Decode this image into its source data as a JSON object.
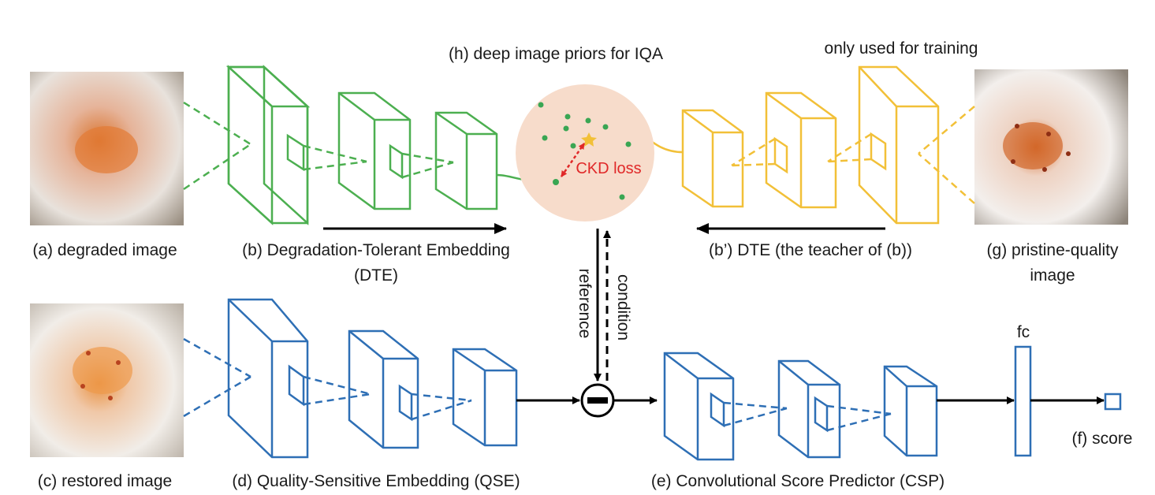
{
  "labels": {
    "a": "(a) degraded image",
    "b_line1": "(b) Degradation-Tolerant Embedding",
    "b_line2": "(DTE)",
    "b_prime": "(b’) DTE (the teacher of (b))",
    "c": "(c) restored image",
    "d": "(d) Quality-Sensitive Embedding (QSE)",
    "e": "(e) Convolutional Score Predictor (CSP)",
    "f": "(f) score",
    "g_line1": "(g) pristine-quality",
    "g_line2": "image",
    "h": "(h) deep image priors for IQA",
    "training_note": "only used for training",
    "ckd": "CKD loss",
    "reference": "reference",
    "condition": "condition",
    "fc": "fc"
  },
  "colors": {
    "green": "#4caf50",
    "yellow": "#f2c038",
    "blue": "#2e6fb5",
    "red": "#e02828",
    "ellipse": "#f7dccb"
  }
}
